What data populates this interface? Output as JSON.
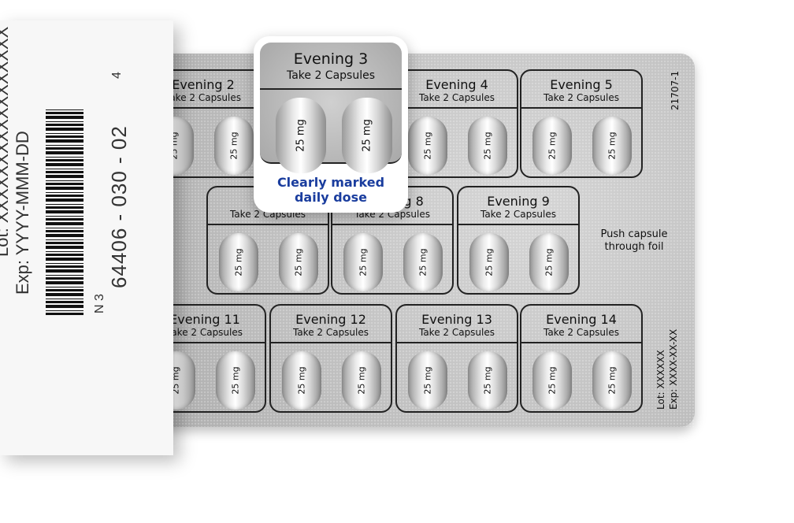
{
  "box": {
    "lot_line": "Lot: XXXXXXXXXXXXXXXXX",
    "exp_line": "Exp: YYYY-MMM-DD",
    "ndc": "64406 - 030 - 02",
    "ndc_prefix": "N 3",
    "ndc_suffix": "4"
  },
  "card": {
    "code": "21707-1",
    "lot": "Lot: XXXXXX",
    "exp": "Exp: XXXX-XX-XX",
    "push_text": "Push capsule through foil",
    "dose_label": "25 mg",
    "row1": [
      {
        "name": "Evening 2",
        "sub": "Take 2 Capsules"
      },
      {
        "name": "Evening 4",
        "sub": "Take 2 Capsules"
      },
      {
        "name": "Evening 5",
        "sub": "Take 2 Capsules"
      }
    ],
    "row2": [
      {
        "name": "Ev",
        "sub": "Take 2 Capsules"
      },
      {
        "name": "Evening 8",
        "sub": "Take 2 Capsules"
      },
      {
        "name": "Evening 9",
        "sub": "Take 2 Capsules"
      }
    ],
    "row3": [
      {
        "name": "Evening 11",
        "sub": "Take 2 Capsules"
      },
      {
        "name": "Evening 12",
        "sub": "Take 2 Capsules"
      },
      {
        "name": "Evening 13",
        "sub": "Take 2 Capsules"
      },
      {
        "name": "Evening 14",
        "sub": "Take 2 Capsules"
      }
    ]
  },
  "callout": {
    "name": "Evening 3",
    "sub": "Take 2 Capsules",
    "dose": "25 mg",
    "message_line1": "Clearly marked",
    "message_line2": "daily dose",
    "message_color": "#1a3d9e"
  }
}
